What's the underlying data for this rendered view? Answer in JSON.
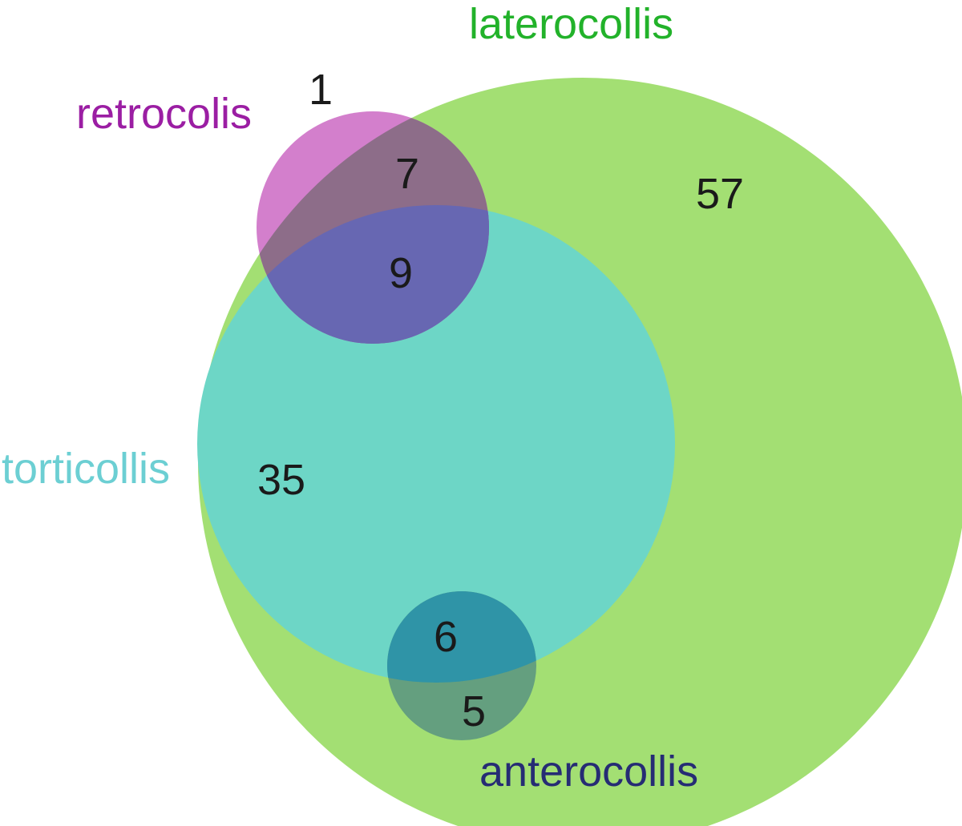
{
  "sets": [
    {
      "key": "laterocollis",
      "label": "laterocollis",
      "color": "#a3df73",
      "label_color": "#22b22a"
    },
    {
      "key": "torticollis",
      "label": "torticollis",
      "color": "#6dd6c6",
      "label_color": "#6ccfd3"
    },
    {
      "key": "retrocolis",
      "label": "retrocolis",
      "color": "#d37fcc",
      "label_color": "#9b1ea3"
    },
    {
      "key": "anterocollis",
      "label": "anterocollis",
      "color": "#2f94a7",
      "label_color": "#262c74"
    }
  ],
  "overlap_colors": {
    "retrocolis_laterocollis": "#8d6d89",
    "retrocolis_laterocollis_torticollis": "#6767b2",
    "anterocollis_laterocollis": "#649f7f"
  },
  "regions": [
    {
      "key": "retrocolis_only",
      "sets": [
        "retrocolis"
      ],
      "count": "1"
    },
    {
      "key": "retrocolis_laterocollis",
      "sets": [
        "retrocolis",
        "laterocollis"
      ],
      "count": "7"
    },
    {
      "key": "retrocolis_laterocollis_torticollis",
      "sets": [
        "retrocolis",
        "laterocollis",
        "torticollis"
      ],
      "count": "9"
    },
    {
      "key": "laterocollis_only",
      "sets": [
        "laterocollis"
      ],
      "count": "57"
    },
    {
      "key": "torticollis_laterocollis",
      "sets": [
        "torticollis",
        "laterocollis"
      ],
      "count": "35"
    },
    {
      "key": "anterocollis_torticollis_laterocollis",
      "sets": [
        "anterocollis",
        "torticollis",
        "laterocollis"
      ],
      "count": "6"
    },
    {
      "key": "anterocollis_laterocollis",
      "sets": [
        "anterocollis",
        "laterocollis"
      ],
      "count": "5"
    }
  ]
}
